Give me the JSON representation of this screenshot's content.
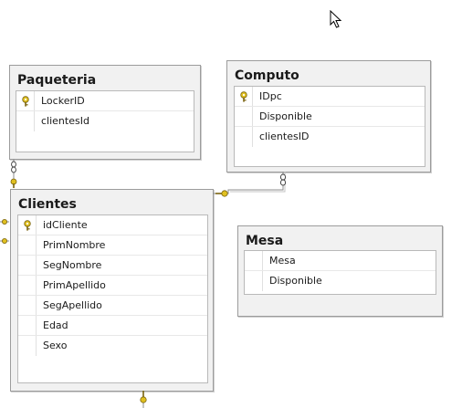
{
  "tables": {
    "paqueteria": {
      "title": "Paqueteria",
      "columns": [
        "LockerID",
        "clientesId"
      ],
      "pk": [
        0
      ]
    },
    "computo": {
      "title": "Computo",
      "columns": [
        "IDpc",
        "Disponible",
        "clientesID"
      ],
      "pk": [
        0
      ]
    },
    "clientes": {
      "title": "Clientes",
      "columns": [
        "idCliente",
        "PrimNombre",
        "SegNombre",
        "PrimApellido",
        "SegApellido",
        "Edad",
        "Sexo"
      ],
      "pk": [
        0
      ]
    },
    "mesa": {
      "title": "Mesa",
      "columns": [
        "Mesa",
        "Disponible"
      ],
      "pk": []
    }
  },
  "icons": {
    "primary_key": "key-icon",
    "relationship_many": "infinity-icon",
    "relationship_one": "key-icon"
  },
  "colors": {
    "key_gold": "#e0c020",
    "line_gray": "#8c8c8c"
  }
}
